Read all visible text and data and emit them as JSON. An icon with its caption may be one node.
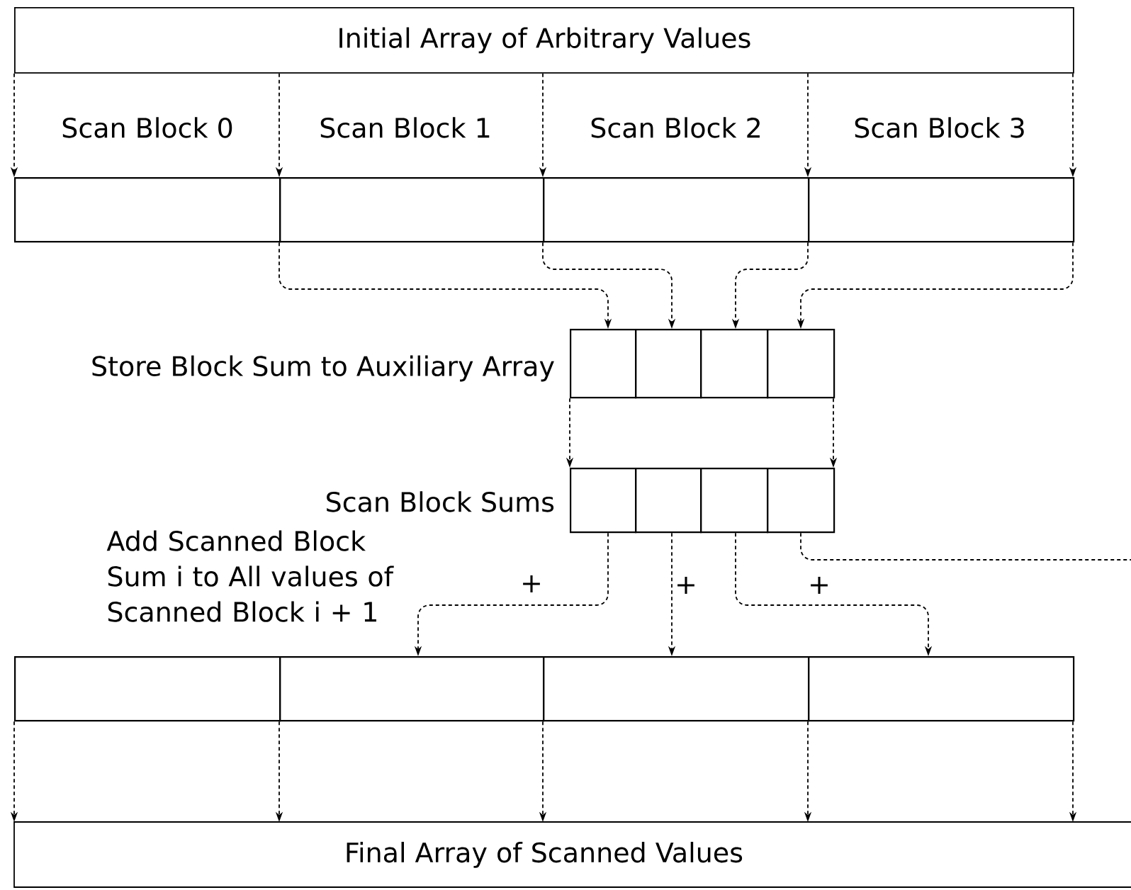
{
  "diagram": {
    "nodes": [
      {
        "text": [
          "Initial Array of Arbitrary Values"
        ]
      },
      {
        "text": [],
        "shape": "box"
      },
      {
        "text": [],
        "shape": "box"
      },
      {
        "text": [],
        "shape": "box"
      },
      {
        "text": [],
        "shape": "box"
      },
      {
        "text": [],
        "shape": "box"
      },
      {
        "text": [],
        "shape": "box"
      },
      {
        "text": [],
        "shape": "box"
      },
      {
        "text": [],
        "shape": "box"
      },
      {
        "text": [],
        "shape": "box"
      },
      {
        "text": [],
        "shape": "box"
      },
      {
        "text": [],
        "shape": "box"
      },
      {
        "text": [],
        "shape": "box"
      },
      {
        "text": [],
        "shape": "box"
      },
      {
        "text": [],
        "shape": "box"
      },
      {
        "text": [],
        "shape": "box"
      },
      {
        "text": [],
        "shape": "box"
      },
      {
        "text": [
          "Final Array of Scanned Values"
        ]
      }
    ],
    "edges": [
      {
        "from": 0,
        "to": 1,
        "arrow": "to",
        "style": "dashed"
      },
      {
        "from": 0,
        "to": 2,
        "arrow": "to",
        "style": "dashed"
      },
      {
        "from": 0,
        "to": 3,
        "arrow": "to",
        "style": "dashed"
      },
      {
        "from": 0,
        "to": 4,
        "arrow": "to",
        "style": "dashed"
      },
      {
        "from": 0,
        "to": 4,
        "arrow": "to",
        "style": "dashed"
      },
      {
        "from": 1,
        "to": 5,
        "arrow": "to",
        "style": "dashed"
      },
      {
        "from": 2,
        "to": 6,
        "arrow": "to",
        "style": "dashed"
      },
      {
        "from": 3,
        "to": 7,
        "arrow": "to",
        "style": "dashed"
      },
      {
        "from": 4,
        "to": 8,
        "arrow": "to",
        "style": "dashed"
      },
      {
        "from": 5,
        "to": 9,
        "arrow": "to",
        "style": "dashed"
      },
      {
        "from": 8,
        "to": 12,
        "arrow": "to",
        "style": "dashed"
      },
      {
        "from": 9,
        "to": 14,
        "arrow": "to",
        "style": "dashed",
        "label": "+"
      },
      {
        "from": 10,
        "to": 15,
        "arrow": "to",
        "style": "dashed",
        "label": "+"
      },
      {
        "from": 11,
        "to": 16,
        "arrow": "to",
        "style": "dashed",
        "label": "+"
      },
      {
        "from": 12,
        "to": null,
        "arrow": "none",
        "style": "dashed"
      },
      {
        "from": 13,
        "to": 17,
        "arrow": "to",
        "style": "dashed"
      },
      {
        "from": 14,
        "to": 17,
        "arrow": "to",
        "style": "dashed"
      },
      {
        "from": 15,
        "to": 17,
        "arrow": "to",
        "style": "dashed"
      },
      {
        "from": 16,
        "to": 17,
        "arrow": "to",
        "style": "dashed"
      },
      {
        "from": 16,
        "to": 17,
        "arrow": "to",
        "style": "dashed"
      }
    ],
    "labels": [
      "Scan Block 0",
      "Scan Block 1",
      "Scan Block 2",
      "Scan Block 3",
      "Store Block Sum to Auxiliary Array",
      "Scan Block Sums",
      "Add Scanned Block Sum i to All values of Scanned Block i + 1"
    ]
  }
}
